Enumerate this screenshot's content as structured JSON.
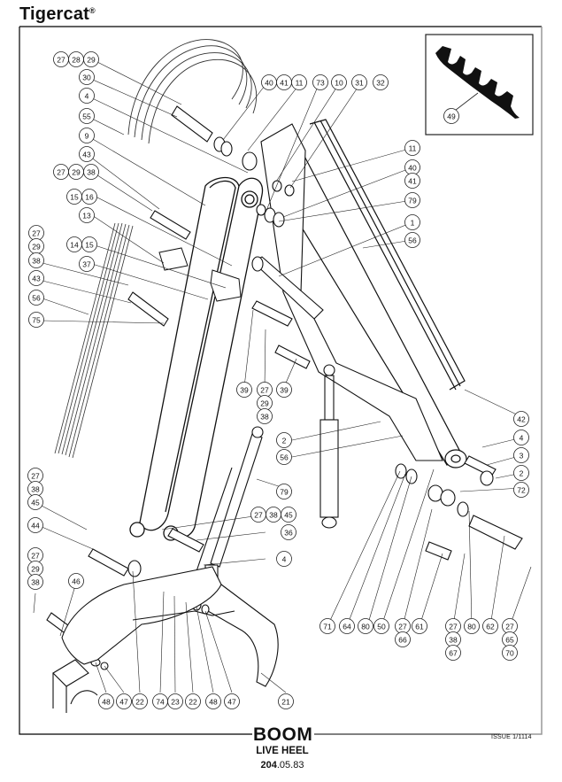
{
  "header": {
    "brand": "Tigercat",
    "brand_mark": "®"
  },
  "title_block": {
    "title": "BOOM",
    "subtitle": "LIVE HEEL",
    "part_number_bold": "204",
    "part_number_rest": ".05.83",
    "issue": "ISSUE 1/1114"
  },
  "inset": {
    "callout": "49",
    "description": "bucket teeth segment"
  },
  "callouts": {
    "top_left_group_1": [
      "27",
      "28",
      "29"
    ],
    "c30": "30",
    "c4_top": "4",
    "c55": "55",
    "c9": "9",
    "c43_top": "43",
    "top_left_group_2": [
      "27",
      "29",
      "38"
    ],
    "group_15_16": [
      "15",
      "16"
    ],
    "c13": "13",
    "left_stack_27": "27",
    "left_stack_29": "29",
    "group_14_15": [
      "14",
      "15"
    ],
    "left_stack_38": "38",
    "c37": "37",
    "c43_mid": "43",
    "c56_left": "56",
    "c75": "75",
    "top_group_40_41_11": [
      "40",
      "41",
      "11"
    ],
    "c73": "73",
    "c10": "10",
    "c31": "31",
    "c32": "32",
    "right_11": "11",
    "right_40": "40",
    "right_41": "41",
    "right_79": "79",
    "right_1": "1",
    "right_56": "56",
    "c39_a": "39",
    "stack_27_29_38": [
      "27",
      "29",
      "38"
    ],
    "c39_b": "39",
    "c42": "42",
    "c4_right": "4",
    "c3": "3",
    "c2_right": "2",
    "c72": "72",
    "c2_mid": "2",
    "c56_mid": "56",
    "c79_mid": "79",
    "lower_left_stack_a": [
      "27",
      "38",
      "45"
    ],
    "c44": "44",
    "lower_left_stack_b": [
      "27",
      "29",
      "38"
    ],
    "c46": "46",
    "group_27_38_45": [
      "27",
      "38",
      "45"
    ],
    "c36": "36",
    "c4_low": "4",
    "bottom_row": [
      "48",
      "47",
      "22",
      "74",
      "23",
      "22",
      "48",
      "47",
      "21"
    ],
    "right_bottom_row": [
      "71",
      "64",
      "80",
      "50",
      "27",
      "61",
      "27",
      "80",
      "62",
      "27"
    ],
    "right_bottom_sub_66": "66",
    "right_bottom_sub_38_67": [
      "38",
      "67"
    ],
    "right_bottom_sub_65_70": [
      "65",
      "70"
    ]
  }
}
